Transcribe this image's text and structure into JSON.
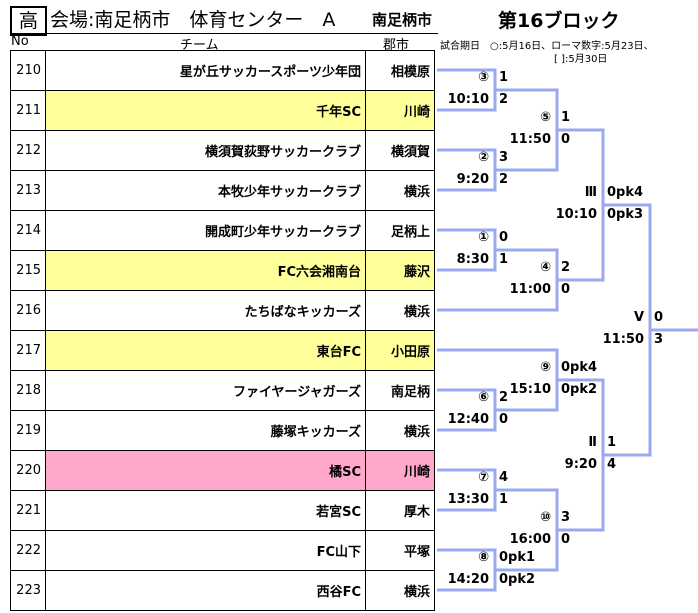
{
  "header": {
    "badge": "高",
    "venue": "会場:南足柄市　体育センター　A",
    "city": "南足柄市",
    "block": "第16ブロック",
    "dates_line1": "試合期日　○:5月16日、ローマ数字:5月23日、",
    "dates_line2": "[ ]:5月30日"
  },
  "columns": {
    "no": "No",
    "team": "チーム",
    "city": "郡市"
  },
  "colors": {
    "bracket_line": "#99a8f0",
    "highlight_yellow": "#ffff99",
    "highlight_pink": "#ffa8cc"
  },
  "teams": [
    {
      "no": "210",
      "name": "星が丘サッカースポーツ少年団",
      "city": "相模原",
      "highlight": ""
    },
    {
      "no": "211",
      "name": "千年SC",
      "city": "川崎",
      "highlight": "yellow"
    },
    {
      "no": "212",
      "name": "横須賀荻野サッカークラブ",
      "city": "横須賀",
      "highlight": ""
    },
    {
      "no": "213",
      "name": "本牧少年サッカークラブ",
      "city": "横浜",
      "highlight": ""
    },
    {
      "no": "214",
      "name": "開成町少年サッカークラブ",
      "city": "足柄上",
      "highlight": ""
    },
    {
      "no": "215",
      "name": "FC六会湘南台",
      "city": "藤沢",
      "highlight": "yellow"
    },
    {
      "no": "216",
      "name": "たちばなキッカーズ",
      "city": "横浜",
      "highlight": ""
    },
    {
      "no": "217",
      "name": "東台FC",
      "city": "小田原",
      "highlight": "yellow"
    },
    {
      "no": "218",
      "name": "ファイヤージャガーズ",
      "city": "南足柄",
      "highlight": ""
    },
    {
      "no": "219",
      "name": "藤塚キッカーズ",
      "city": "横浜",
      "highlight": ""
    },
    {
      "no": "220",
      "name": "橘SC",
      "city": "川崎",
      "highlight": "pink"
    },
    {
      "no": "221",
      "name": "若宮SC",
      "city": "厚木",
      "highlight": ""
    },
    {
      "no": "222",
      "name": "FC山下",
      "city": "平塚",
      "highlight": ""
    },
    {
      "no": "223",
      "name": "西谷FC",
      "city": "横浜",
      "highlight": ""
    }
  ],
  "matches": [
    {
      "id": "m3",
      "label": "③",
      "time": "10:10",
      "score_top": "1",
      "score_bottom": "2"
    },
    {
      "id": "m2",
      "label": "②",
      "time": "9:20",
      "score_top": "3",
      "score_bottom": "2"
    },
    {
      "id": "m5",
      "label": "⑤",
      "time": "11:50",
      "score_top": "1",
      "score_bottom": "0"
    },
    {
      "id": "m1",
      "label": "①",
      "time": "8:30",
      "score_top": "0",
      "score_bottom": "1"
    },
    {
      "id": "m4",
      "label": "④",
      "time": "11:00",
      "score_top": "2",
      "score_bottom": "0"
    },
    {
      "id": "mIII",
      "label": "Ⅲ",
      "time": "10:10",
      "score_top": "0pk4",
      "score_bottom": "0pk3"
    },
    {
      "id": "mV",
      "label": "Ⅴ",
      "time": "11:50",
      "score_top": "0",
      "score_bottom": "3"
    },
    {
      "id": "m9",
      "label": "⑨",
      "time": "15:10",
      "score_top": "0pk4",
      "score_bottom": "0pk2"
    },
    {
      "id": "m6",
      "label": "⑥",
      "time": "12:40",
      "score_top": "2",
      "score_bottom": "0"
    },
    {
      "id": "mII",
      "label": "Ⅱ",
      "time": "9:20",
      "score_top": "1",
      "score_bottom": "4"
    },
    {
      "id": "m7",
      "label": "⑦",
      "time": "13:30",
      "score_top": "4",
      "score_bottom": "1"
    },
    {
      "id": "m10",
      "label": "⑩",
      "time": "16:00",
      "score_top": "3",
      "score_bottom": "0"
    },
    {
      "id": "m8",
      "label": "⑧",
      "time": "14:20",
      "score_top": "0pk1",
      "score_bottom": "0pk2"
    }
  ]
}
